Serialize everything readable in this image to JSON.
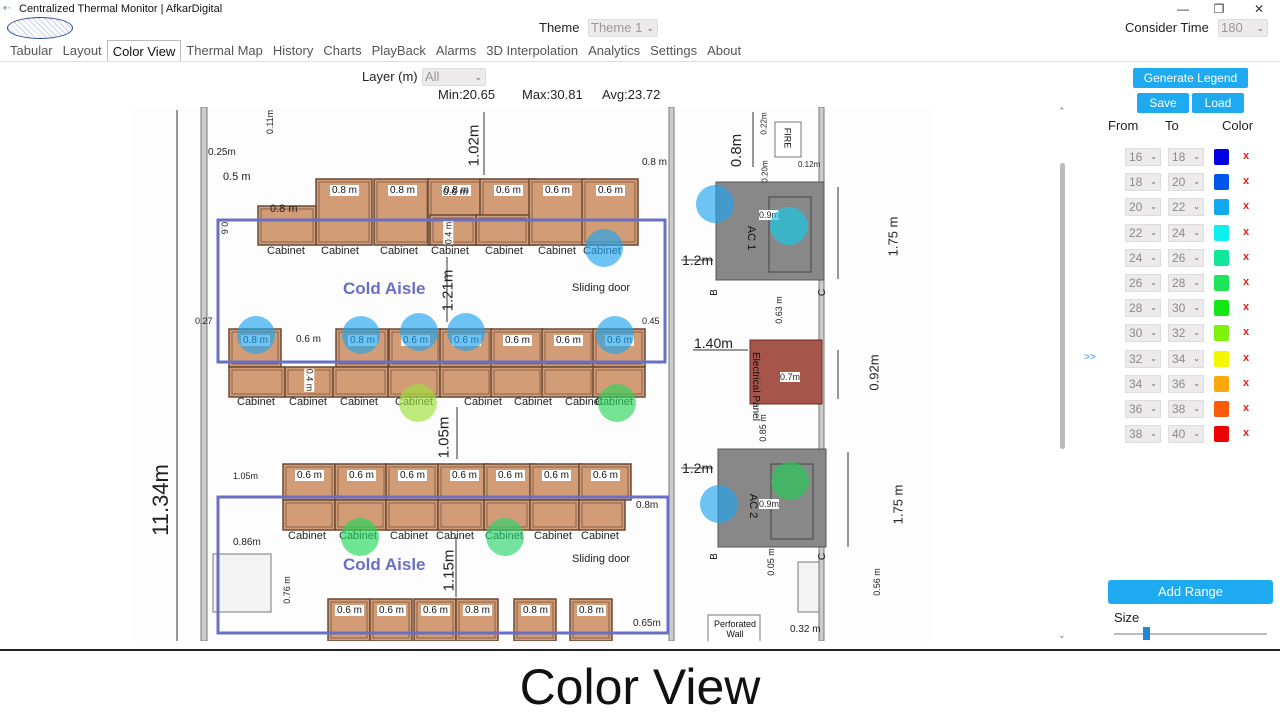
{
  "window": {
    "title": "Centralized Thermal Monitor | AfkarDigital",
    "minimize": "—",
    "maximize": "❐",
    "close": "✕"
  },
  "header": {
    "theme_label": "Theme",
    "theme_value": "Theme 1",
    "consider_time_label": "Consider Time",
    "consider_time_value": "180"
  },
  "tabs": [
    {
      "label": "Tabular"
    },
    {
      "label": "Layout"
    },
    {
      "label": "Color View",
      "active": true
    },
    {
      "label": "Thermal Map"
    },
    {
      "label": "History"
    },
    {
      "label": "Charts"
    },
    {
      "label": "PlayBack"
    },
    {
      "label": "Alarms"
    },
    {
      "label": "3D Interpolation"
    },
    {
      "label": "Analytics"
    },
    {
      "label": "Settings"
    },
    {
      "label": "About"
    }
  ],
  "layer": {
    "label": "Layer (m)",
    "value": "All"
  },
  "stats": {
    "min": "Min:20.65",
    "max": "Max:30.81",
    "avg": "Avg:23.72"
  },
  "floorplan": {
    "cabinet_label": "Cabinet",
    "cold_aisle": "Cold Aisle",
    "sliding_door": "Sliding door",
    "ac1": "AC 1",
    "ac2": "AC 2",
    "electrical_panel": "Electrical Panel",
    "fire": "FIRE",
    "perforated_wall": "Perforated Wall",
    "b_label": "B",
    "c_label": "C",
    "dims": {
      "d_0_11": "0.11m",
      "d_0_25": "0.25m",
      "d_1_02": "1.02m",
      "d_0_8a": "0.8 m",
      "d_0_5": "0.5 m",
      "d_0_6a": "0.6 m",
      "d_0_8b": "0.8 m",
      "d_0_6b": "0.6",
      "d_0_4a": "0.4 m",
      "d_1_21": "1.21m",
      "d_0_27": "0.27",
      "d_0_6c": "0.6 m",
      "d_0_45": "0.45",
      "d_0_4b": "0.4 m",
      "d_1_05a": "1.05m",
      "d_1_05b": "1.05m",
      "d_11_34": "11.34m",
      "d_0_86": "0.86m",
      "d_0_76": "0.76 m",
      "d_1_15": "1.15m",
      "d_0_8c": "0.8m",
      "d_0_65": "0.65m",
      "d_0_8m": "0.8m",
      "d_0_22": "0.22m",
      "d_0_20": "0.20m",
      "d_0_12": "0.12m",
      "d_0_9a": "0.9m",
      "d_1_75a": "1.75 m",
      "d_1_2a": "1.2m",
      "d_0_63": "0.63 m",
      "d_1_40": "1.40m",
      "d_0_7": "0.7m",
      "d_0_92": "0.92m",
      "d_0_85": "0.85 m",
      "d_1_2b": "1.2m",
      "d_0_9b": "0.9m",
      "d_1_75b": "1.75 m",
      "d_0_05": "0.05 m",
      "d_0_56": "0.56 m",
      "d_0_32": "0.32 m"
    },
    "row1_labels": [
      "0.8 m",
      "0.8 m",
      "0.8 m",
      "0.6 m",
      "0.6 m",
      "0.6 m"
    ],
    "row2_labels": [
      "0.8 m",
      "0.8 m",
      "0.6 m",
      "0.6 m",
      "0.6 m",
      "0.6 m",
      "0.6 m"
    ],
    "row3_labels": [
      "0.6 m",
      "0.6 m",
      "0.6 m",
      "0.6 m",
      "0.6 m",
      "0.6 m",
      "0.6 m"
    ],
    "row4_labels": [
      "0.6 m",
      "0.6 m",
      "0.6 m",
      "0.8 m",
      "0.8 m",
      "0.8 m"
    ]
  },
  "legend": {
    "generate_label": "Generate Legend",
    "save_label": "Save",
    "load_label": "Load",
    "header_from": "From",
    "header_to": "To",
    "header_color": "Color",
    "ranges": [
      {
        "from": "16",
        "to": "18",
        "color": "#0000e6"
      },
      {
        "from": "18",
        "to": "20",
        "color": "#0055ee"
      },
      {
        "from": "20",
        "to": "22",
        "color": "#12a8f0"
      },
      {
        "from": "22",
        "to": "24",
        "color": "#0cf0f0"
      },
      {
        "from": "24",
        "to": "26",
        "color": "#10e898"
      },
      {
        "from": "26",
        "to": "28",
        "color": "#1fe45a"
      },
      {
        "from": "28",
        "to": "30",
        "color": "#15e615"
      },
      {
        "from": "30",
        "to": "32",
        "color": "#7cf20d"
      },
      {
        "from": "32",
        "to": "34",
        "color": "#f5f500"
      },
      {
        "from": "34",
        "to": "36",
        "color": "#fca70a"
      },
      {
        "from": "36",
        "to": "38",
        "color": "#fb5a0a"
      },
      {
        "from": "38",
        "to": "40",
        "color": "#ee0000"
      }
    ],
    "remove_symbol": "x",
    "add_range_label": "Add Range",
    "size_label": "Size",
    "collapse_symbol": ">>"
  },
  "caption": "Color View",
  "colors": {
    "accent": "#1eaaf1",
    "aisle_frame": "#6a6fc6",
    "cabinet": "#d29c77"
  }
}
